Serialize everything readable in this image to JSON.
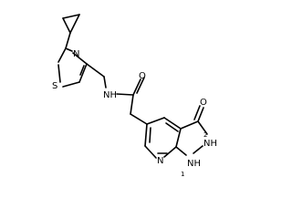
{
  "atoms": {
    "sulfur": "S",
    "thiazole_n": "N",
    "amide_nh": "NH",
    "carbonyl_o": "O",
    "pyrazolone_o": "O",
    "pyrazole_nh_upper": "NH",
    "pyrazole_nh_lower": "NH",
    "pyridine_n": "N",
    "pyrazole_h_upper": "2",
    "pyrazole_h_lower": "1"
  },
  "colors": {
    "bond": "#000000",
    "text": "#000000",
    "background": "#ffffff"
  }
}
